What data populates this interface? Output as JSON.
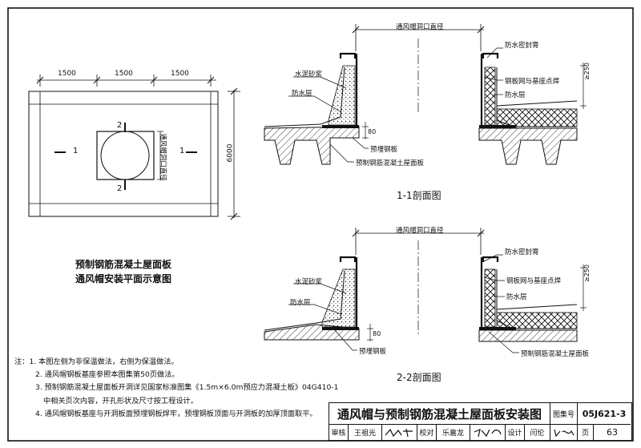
{
  "plan": {
    "dims": [
      "1500",
      "1500",
      "1500"
    ],
    "depth": "6000",
    "section_markers": {
      "s1_left": "1",
      "s1_right": "1",
      "s2_top": "2",
      "s2_bottom": "2"
    },
    "opening_label": "通风帽洞口直径",
    "caption_line1": "预制钢筋混凝土屋面板",
    "caption_line2": "通风帽安装平面示意图"
  },
  "section1": {
    "title": "1-1剖面图",
    "top_label": "通风帽洞口直径",
    "labels": {
      "mortar": "水泥砂浆",
      "waterproof_left": "防水层",
      "sealant": "防水密封膏",
      "weld": "钢板网与基座点焊",
      "waterproof_right": "防水层",
      "steel_plate": "预埋钢板",
      "slab": "预制钢筋混凝土屋面板"
    },
    "dim_80": "80",
    "dim_250": "≥250"
  },
  "section2": {
    "title": "2-2剖面图",
    "top_label": "通风帽洞口直径",
    "labels": {
      "sealant": "防水密封膏",
      "mortar": "水泥砂浆",
      "weld": "钢板网与基座点焊",
      "waterproof_left": "防水层",
      "waterproof_right": "防水层",
      "steel_plate": "预埋钢板",
      "slab": "预制钢筋混凝土屋面板"
    },
    "dim_80": "80",
    "dim_250": "≥250"
  },
  "notes": [
    "注：1. 本图左侧为非保温做法，右侧为保温做法。",
    "2. 通风帽钢板基座参照本图集第50页做法。",
    "3. 预制钢筋混凝土屋面板开洞详见国家标准图集《1.5m×6.0m预应力混凝土板》04G410-1",
    "中相关页次内容，开孔形状及尺寸按工程设计。",
    "4. 通风帽钢板基座与开洞板面预埋钢板焊牢，预埋钢板顶面与开洞板的加厚顶面取平。"
  ],
  "title_block": {
    "title": "通风帽与预制钢筋混凝土屋面板安装图",
    "atlas_label": "图集号",
    "atlas_no": "05J621-3",
    "review_label": "审核",
    "reviewer": "王祖光",
    "check_label": "校对",
    "checker": "乐嘉龙",
    "design_label": "设计",
    "designer": "闫伦",
    "page_label": "页",
    "page_no": "63"
  }
}
